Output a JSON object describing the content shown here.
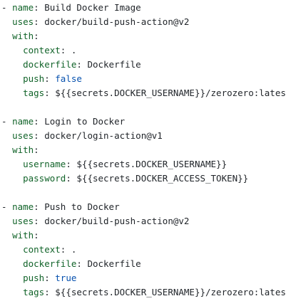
{
  "colors": {
    "key": "#116329",
    "value": "#1f2328",
    "boolean": "#0550ae",
    "background": "#ffffff"
  },
  "lines": [
    {
      "indent": "",
      "dash": "- ",
      "key": "name",
      "sep": ": ",
      "value": "Build Docker Image",
      "kind": "plain"
    },
    {
      "indent": "  ",
      "dash": "",
      "key": "uses",
      "sep": ": ",
      "value": "docker/build-push-action@v2",
      "kind": "plain"
    },
    {
      "indent": "  ",
      "dash": "",
      "key": "with",
      "sep": ":",
      "value": "",
      "kind": "plain"
    },
    {
      "indent": "    ",
      "dash": "",
      "key": "context",
      "sep": ": ",
      "value": ".",
      "kind": "plain"
    },
    {
      "indent": "    ",
      "dash": "",
      "key": "dockerfile",
      "sep": ": ",
      "value": "Dockerfile",
      "kind": "plain"
    },
    {
      "indent": "    ",
      "dash": "",
      "key": "push",
      "sep": ": ",
      "value": "false",
      "kind": "bool"
    },
    {
      "indent": "    ",
      "dash": "",
      "key": "tags",
      "sep": ": ",
      "value": "${{secrets.DOCKER_USERNAME}}/zerozero:latest",
      "kind": "plain"
    },
    {
      "indent": "",
      "dash": "",
      "key": "",
      "sep": "",
      "value": "",
      "kind": "plain"
    },
    {
      "indent": "",
      "dash": "- ",
      "key": "name",
      "sep": ": ",
      "value": "Login to Docker",
      "kind": "plain"
    },
    {
      "indent": "  ",
      "dash": "",
      "key": "uses",
      "sep": ": ",
      "value": "docker/login-action@v1",
      "kind": "plain"
    },
    {
      "indent": "  ",
      "dash": "",
      "key": "with",
      "sep": ":",
      "value": "",
      "kind": "plain"
    },
    {
      "indent": "    ",
      "dash": "",
      "key": "username",
      "sep": ": ",
      "value": "${{secrets.DOCKER_USERNAME}}",
      "kind": "plain"
    },
    {
      "indent": "    ",
      "dash": "",
      "key": "password",
      "sep": ": ",
      "value": "${{secrets.DOCKER_ACCESS_TOKEN}}",
      "kind": "plain"
    },
    {
      "indent": "",
      "dash": "",
      "key": "",
      "sep": "",
      "value": "",
      "kind": "plain"
    },
    {
      "indent": "",
      "dash": "- ",
      "key": "name",
      "sep": ": ",
      "value": "Push to Docker",
      "kind": "plain"
    },
    {
      "indent": "  ",
      "dash": "",
      "key": "uses",
      "sep": ": ",
      "value": "docker/build-push-action@v2",
      "kind": "plain"
    },
    {
      "indent": "  ",
      "dash": "",
      "key": "with",
      "sep": ":",
      "value": "",
      "kind": "plain"
    },
    {
      "indent": "    ",
      "dash": "",
      "key": "context",
      "sep": ": ",
      "value": ".",
      "kind": "plain"
    },
    {
      "indent": "    ",
      "dash": "",
      "key": "dockerfile",
      "sep": ": ",
      "value": "Dockerfile",
      "kind": "plain"
    },
    {
      "indent": "    ",
      "dash": "",
      "key": "push",
      "sep": ": ",
      "value": "true",
      "kind": "bool"
    },
    {
      "indent": "    ",
      "dash": "",
      "key": "tags",
      "sep": ": ",
      "value": "${{secrets.DOCKER_USERNAME}}/zerozero:latest",
      "kind": "plain"
    }
  ]
}
